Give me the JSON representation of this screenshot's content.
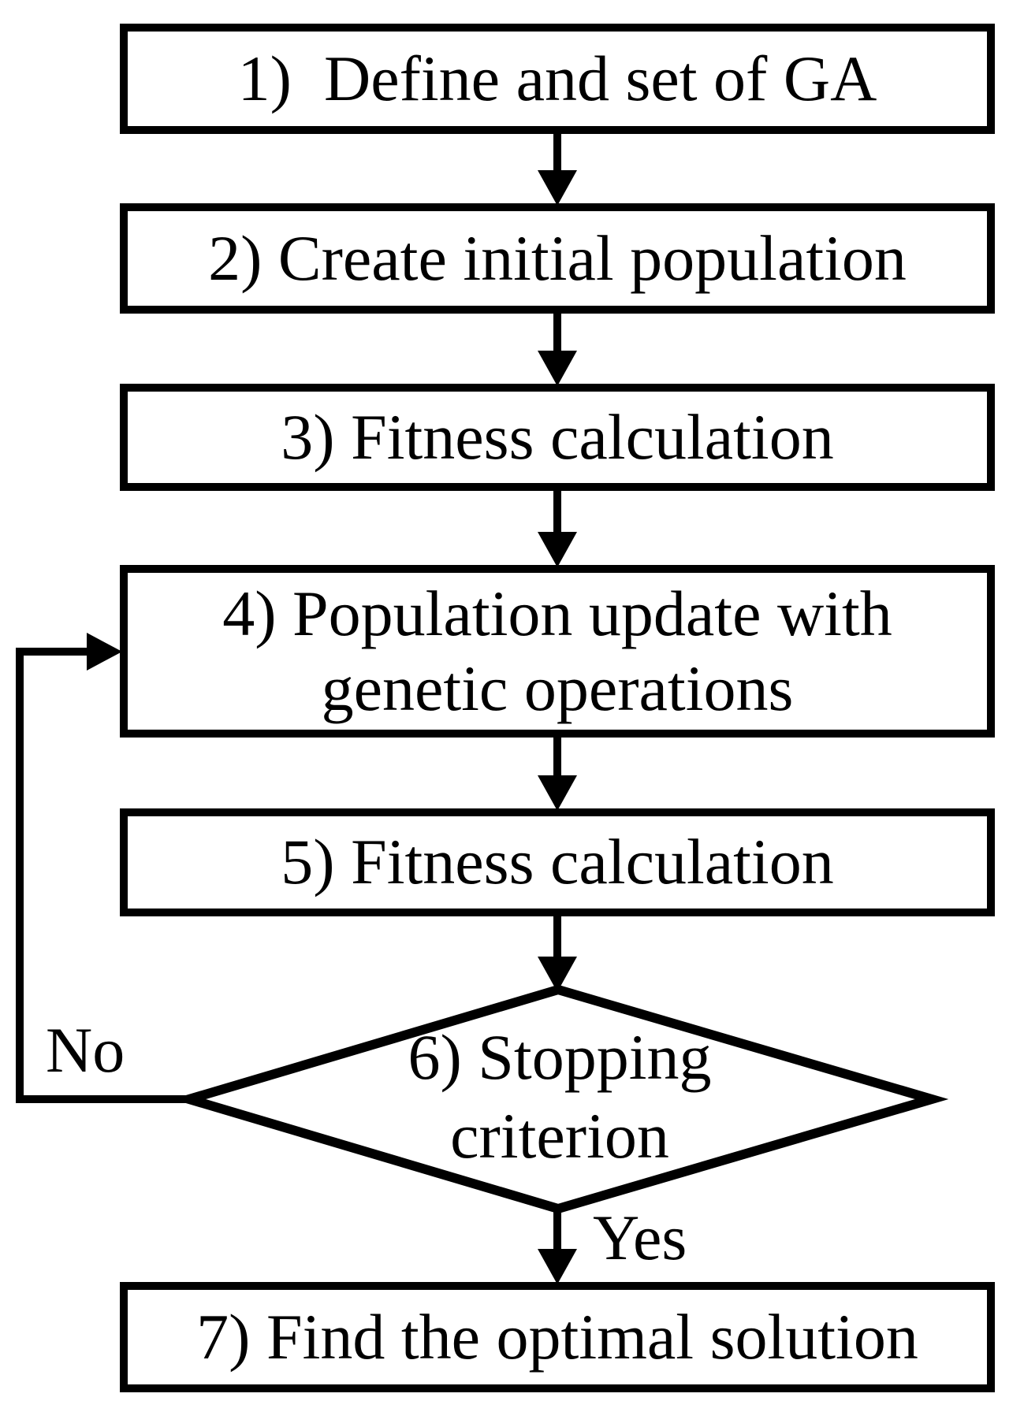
{
  "diagram": {
    "title": "Genetic algorithm flowchart",
    "background_color": "#ffffff",
    "ink_color": "#000000",
    "steps": [
      {
        "number": "1",
        "label": "1)  Define and set of GA",
        "shape": "rect"
      },
      {
        "number": "2",
        "label": "2) Create initial population",
        "shape": "rect"
      },
      {
        "number": "3",
        "label": "3) Fitness calculation",
        "shape": "rect"
      },
      {
        "number": "4",
        "label": "4) Population update with\ngenetic operations",
        "shape": "rect"
      },
      {
        "number": "5",
        "label": "5) Fitness calculation",
        "shape": "rect"
      },
      {
        "number": "6",
        "label": "6) Stopping\ncriterion",
        "shape": "diamond"
      },
      {
        "number": "7",
        "label": "7) Find the optimal solution",
        "shape": "rect"
      }
    ],
    "branch_labels": {
      "yes": "Yes",
      "no": "No"
    }
  }
}
